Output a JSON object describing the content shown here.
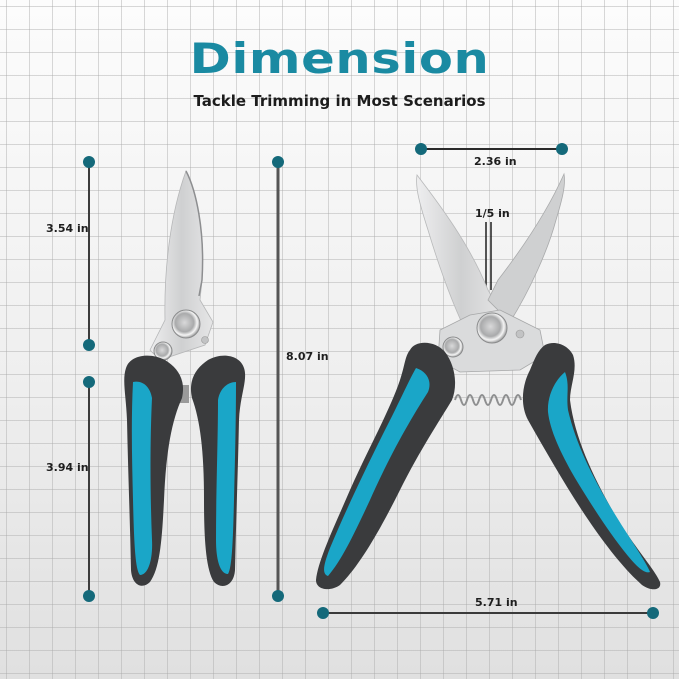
{
  "header": {
    "title": "Dimension",
    "subtitle": "Tackle Trimming in Most Scenarios"
  },
  "colors": {
    "accent": "#1a8aa2",
    "dot": "#14697a",
    "handle_blue": "#1aa6c8",
    "handle_dark": "#3a3b3d",
    "blade": "#d9dadb"
  },
  "left_product": {
    "blade_length": "3.54 in",
    "handle_length": "3.94 in",
    "total_length": "8.07 in"
  },
  "right_product": {
    "blade_opening": "2.36 in",
    "cut_gap": "1/5 in",
    "handle_span": "5.71 in"
  },
  "icons": [
    "measure-dot",
    "measure-line",
    "scissors-closed",
    "scissors-open"
  ]
}
